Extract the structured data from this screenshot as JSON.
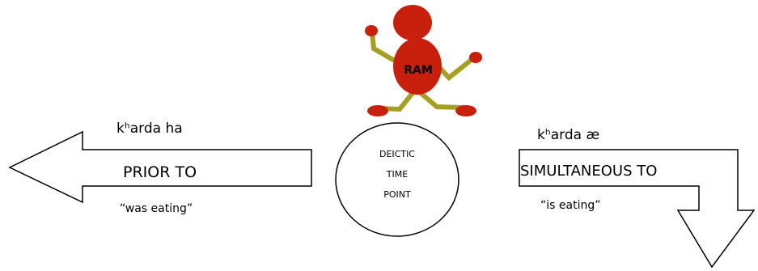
{
  "figure": {
    "character_label": "RAM",
    "center_lines": [
      "DEICTIC",
      "TIME",
      "POINT"
    ],
    "left": {
      "form": "kʰarda ha",
      "relation": "PRIOR TO",
      "gloss": "“was eating”"
    },
    "right": {
      "form": "kʰarda æ",
      "relation": "SIMULTANEOUS TO",
      "gloss": "“is eating”"
    }
  },
  "colors": {
    "figure_body": "#c8200c",
    "figure_limbs": "#a6a020",
    "outline": "#000000"
  }
}
